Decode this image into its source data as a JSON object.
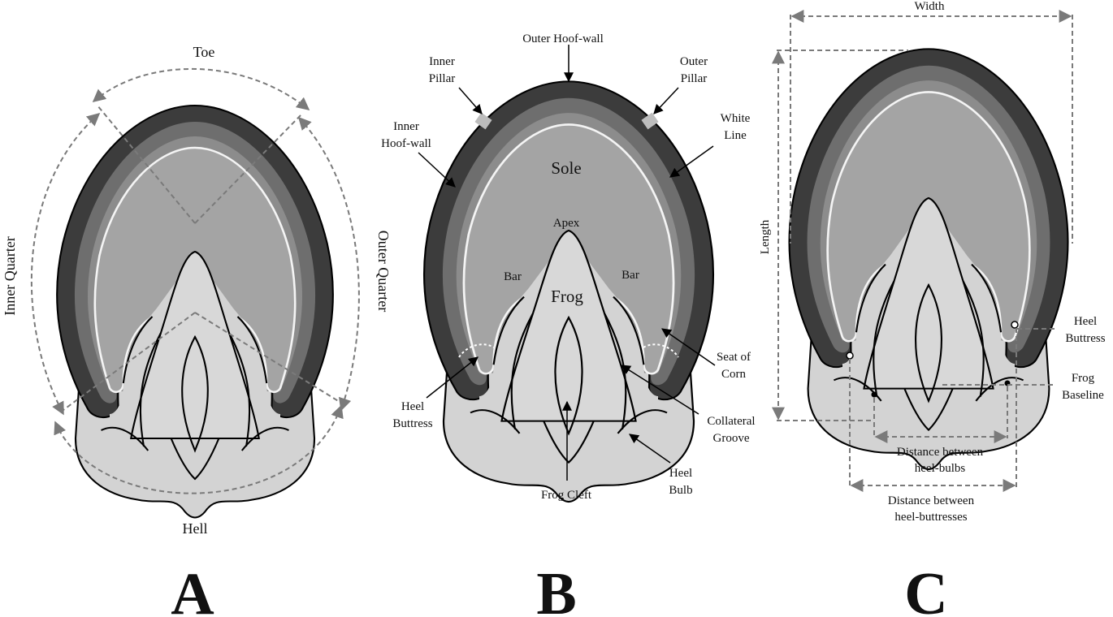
{
  "panels": {
    "a": {
      "letter": "A",
      "toe": "Toe",
      "inner_quarter": "Inner Quarter",
      "outer_quarter": "Outer Quarter",
      "heel": "Hell"
    },
    "b": {
      "letter": "B",
      "outer_hoof_wall": "Outer Hoof-wall",
      "inner_pillar": [
        "Inner",
        "Pillar"
      ],
      "outer_pillar": [
        "Outer",
        "Pillar"
      ],
      "inner_hoof_wall": [
        "Inner",
        "Hoof-wall"
      ],
      "white_line": [
        "White",
        "Line"
      ],
      "sole": "Sole",
      "apex": "Apex",
      "bar_left": "Bar",
      "bar_right": "Bar",
      "frog": "Frog",
      "seat_of_corn": [
        "Seat of",
        "Corn"
      ],
      "heel_buttress": [
        "Heel",
        "Buttress"
      ],
      "collateral_groove": [
        "Collateral",
        "Groove"
      ],
      "heel_bulb": [
        "Heel",
        "Bulb"
      ],
      "frog_cleft": "Frog Cleft"
    },
    "c": {
      "letter": "C",
      "width": "Width",
      "length": "Length",
      "heel_buttress": [
        "Heel",
        "Buttress"
      ],
      "frog_baseline": [
        "Frog",
        "Baseline"
      ],
      "dist_bulbs": [
        "Distance between",
        "heel-bulbs"
      ],
      "dist_buttresses": [
        "Distance between",
        "heel-buttresses"
      ]
    }
  },
  "colors": {
    "outer_wall": "#3c3c3c",
    "middle_wall": "#6e6e6e",
    "sole": "#a4a4a4",
    "white_line": "#f4f4f4",
    "heel_and_frog": "#d3d3d3",
    "dashed_guides": "#7a7a7a"
  }
}
